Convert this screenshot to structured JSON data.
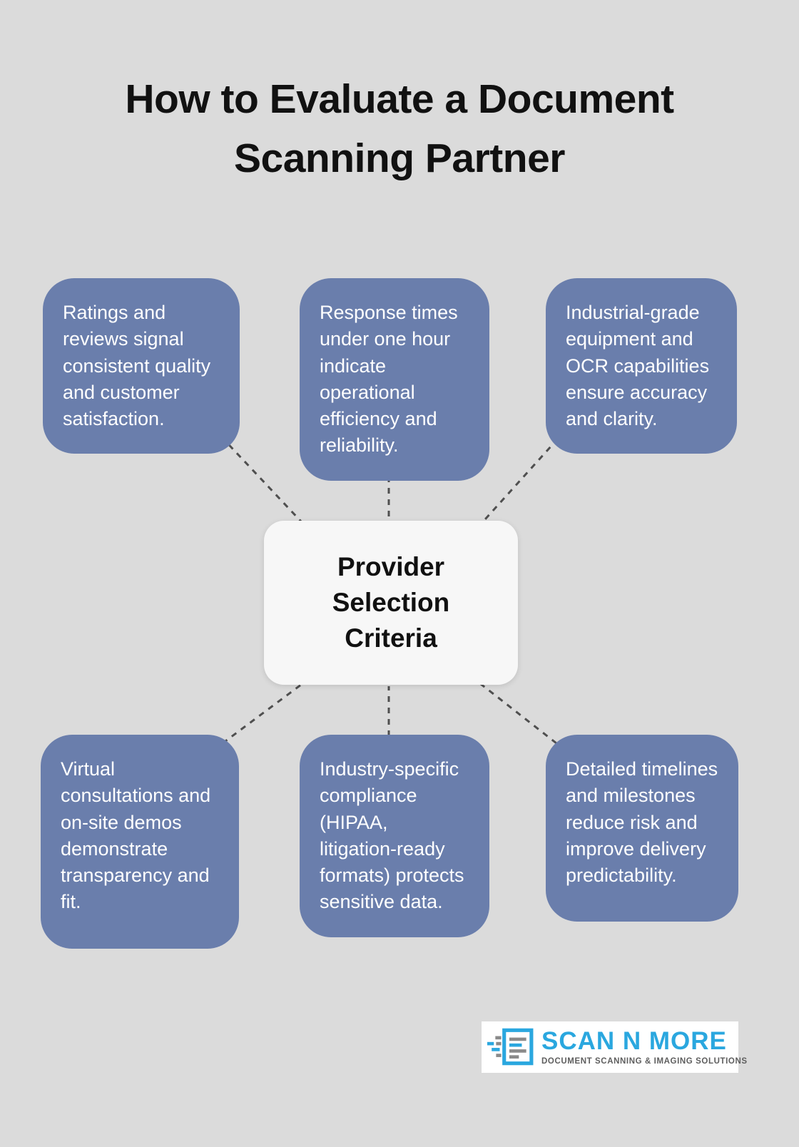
{
  "page": {
    "title_line1": "How to Evaluate a Document",
    "title_line2": "Scanning Partner"
  },
  "center": {
    "label": "Provider Selection Criteria"
  },
  "boxes": [
    {
      "text": "Ratings and reviews signal consistent quality and customer satisfaction."
    },
    {
      "text": "Response times under one hour indicate operational efficiency and reliability."
    },
    {
      "text": "Industrial-grade equipment and OCR capabilities ensure accuracy and clarity."
    },
    {
      "text": "Virtual consultations and on-site demos demonstrate transparency and fit."
    },
    {
      "text": "Industry-specific compliance (HIPAA, litigation-ready formats) protects sensitive data."
    },
    {
      "text": "Detailed timelines and milestones reduce risk and improve delivery predictability."
    }
  ],
  "logo": {
    "name": "SCAN N MORE",
    "tagline": "DOCUMENT SCANNING & IMAGING SOLUTIONS"
  },
  "colors": {
    "bg": "#DBDBDB",
    "box_bg": "#6A7EAC",
    "box_text": "#FFFFFF",
    "title_color": "#111111",
    "connector": "#4F4F4F",
    "center_bg": "#F7F7F7",
    "logo_blue": "#2AA7DF",
    "logo_gray": "#5E5E5E"
  }
}
